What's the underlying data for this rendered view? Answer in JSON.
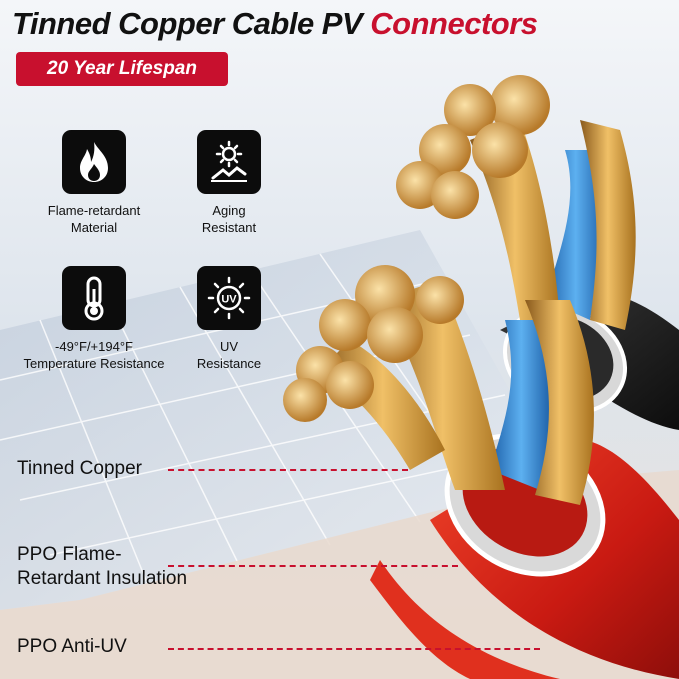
{
  "header": {
    "title_main": "Tinned Copper Cable PV",
    "title_accent": "Connectors",
    "badge": "20 Year Lifespan"
  },
  "features": [
    {
      "icon": "flame-icon",
      "line1": "Flame-retardant",
      "line2": "Material"
    },
    {
      "icon": "sun-aging-icon",
      "line1": "Aging",
      "line2": "Resistant"
    },
    {
      "icon": "thermometer-icon",
      "line1": "-49°F/+194°F",
      "line2": "Temperature Resistance"
    },
    {
      "icon": "uv-icon",
      "line1": "UV",
      "line2": "Resistance"
    }
  ],
  "callouts": {
    "tinned_copper": "Tinned Copper",
    "ppo_line1": "PPO Flame-",
    "ppo_line2": "Retardant Insulation",
    "ppo_uv": "PPO Anti-UV"
  },
  "colors": {
    "accent": "#c8102e",
    "icon_bg": "#0c0c0c",
    "copper": "#d9a24a",
    "jacket_red": "#d3251a",
    "jacket_black": "#1b1b1b",
    "insulation_blue": "#2f86d6"
  }
}
